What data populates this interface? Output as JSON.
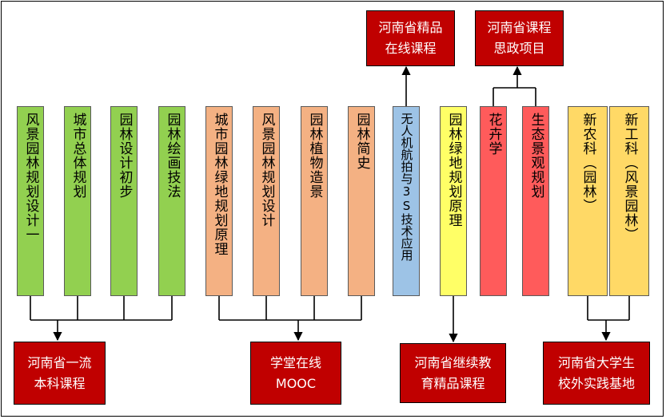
{
  "courses": [
    {
      "label": "风景园林规划设计一",
      "color": "#92d050"
    },
    {
      "label": "城市总体规划",
      "color": "#92d050"
    },
    {
      "label": "园林设计初步",
      "color": "#92d050"
    },
    {
      "label": "园林绘画技法",
      "color": "#92d050"
    },
    {
      "label": "城市园林绿地规划原理",
      "color": "#f4b183"
    },
    {
      "label": "风景园林规划设计",
      "color": "#f4b183"
    },
    {
      "label": "园林植物造景",
      "color": "#f4b183"
    },
    {
      "label": "园林简史",
      "color": "#f4b183"
    },
    {
      "label": "无人机航拍与3S技术应用",
      "color": "#9dc3e6"
    },
    {
      "label": "园林绿地规划原理",
      "color": "#ffff66"
    },
    {
      "label": "花卉学",
      "color": "#ff5b5b"
    },
    {
      "label": "生态景观规划",
      "color": "#ff5b5b"
    },
    {
      "label": "新农科（园林）",
      "color": "#ffd966"
    },
    {
      "label": "新工科（风景园林）",
      "color": "#ffd966"
    }
  ],
  "awards": {
    "top_left": {
      "line1": "河南省精品",
      "line2": "在线课程"
    },
    "top_right": {
      "line1": "河南省课程",
      "line2": "思政项目"
    },
    "bottom_1": {
      "line1": "河南省一流",
      "line2": "本科课程"
    },
    "bottom_2": {
      "line1": "学堂在线",
      "line2": "MOOC"
    },
    "bottom_3": {
      "line1": "河南省继续教",
      "line2": "育精品课程"
    },
    "bottom_4": {
      "line1": "河南省大学生",
      "line2": "校外实践基地"
    }
  },
  "colors": {
    "award_red": "#c00000",
    "line": "#000000"
  }
}
